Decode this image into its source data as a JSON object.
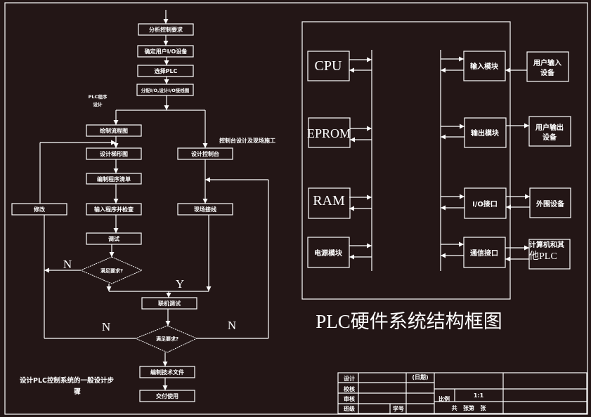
{
  "colors": {
    "background": "#231616",
    "foreground": "#ffffff"
  },
  "flowchart": {
    "caption": [
      "设计PLC控制系统的一般设计步",
      "骤"
    ],
    "branch_label_left": [
      "PLC程序",
      "设计"
    ],
    "branch_label_right": "控制台设计及现场施工",
    "steps": {
      "analyze": "分析控制要求",
      "io_devices": "确定用户I/O设备",
      "select_plc": "选择PLC",
      "assign_io": "分配I/O,设计I/O接线图",
      "draw_flow": "绘制流程图",
      "ladder": "设计梯形图",
      "program_list": "编制程序清单",
      "input_program": "输入程序并检查",
      "debug": "调试",
      "modify": "修改",
      "console": "设计控制台",
      "wiring": "现场接线",
      "online_debug": "联机调试",
      "tech_docs": "编制技术文件",
      "deliver": "交付使用"
    },
    "decisions": {
      "first": "满足要求?",
      "second": "满足要求?"
    },
    "labels": {
      "n1": "N",
      "y1": "Y",
      "n2": "N",
      "n3": "N"
    }
  },
  "hardware": {
    "title": "PLC硬件系统结构框图",
    "internal_left": [
      "CPU",
      "EPROM",
      "RAM",
      "电源模块"
    ],
    "internal_right": [
      "输入模块",
      "输出模块",
      "I/O接口",
      "通信接口"
    ],
    "external": [
      "用户输入设备",
      "用户输出设备",
      "外围设备",
      "计算机和其他PLC"
    ],
    "external_lines": [
      [
        "用户输入",
        "设备"
      ],
      [
        "用户输出",
        "设备"
      ],
      [
        "外围设备"
      ],
      [
        "计算机和其",
        "他PLC"
      ]
    ]
  },
  "title_block": {
    "design": "设计",
    "check": "校核",
    "review": "审核",
    "class": "班级",
    "student_no": "学号",
    "date": "(日期)",
    "scale_label": "比例",
    "scale_value": "1:1",
    "sheets": "共   张第   张"
  }
}
